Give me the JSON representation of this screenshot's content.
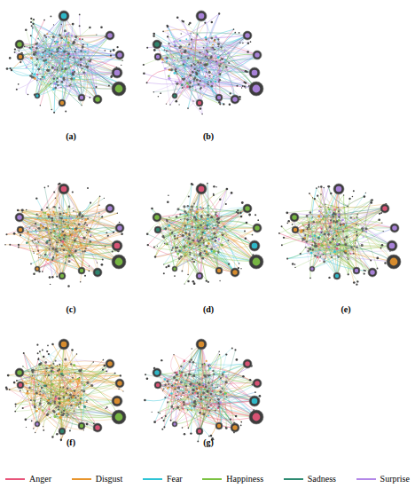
{
  "diagram": {
    "labels": [
      "(a)",
      "(b)",
      "(c)",
      "(d)",
      "(e)",
      "(f)",
      "(g)"
    ],
    "legend": [
      {
        "text": "Anger",
        "color": "#e8557a"
      },
      {
        "text": "Disgust",
        "color": "#e8952c"
      },
      {
        "text": "Fear",
        "color": "#2ec4d6"
      },
      {
        "text": "Happiness",
        "color": "#7cc242"
      },
      {
        "text": "Sadness",
        "color": "#2e8b72"
      },
      {
        "text": "Surprise",
        "color": "#b388e8"
      }
    ]
  }
}
